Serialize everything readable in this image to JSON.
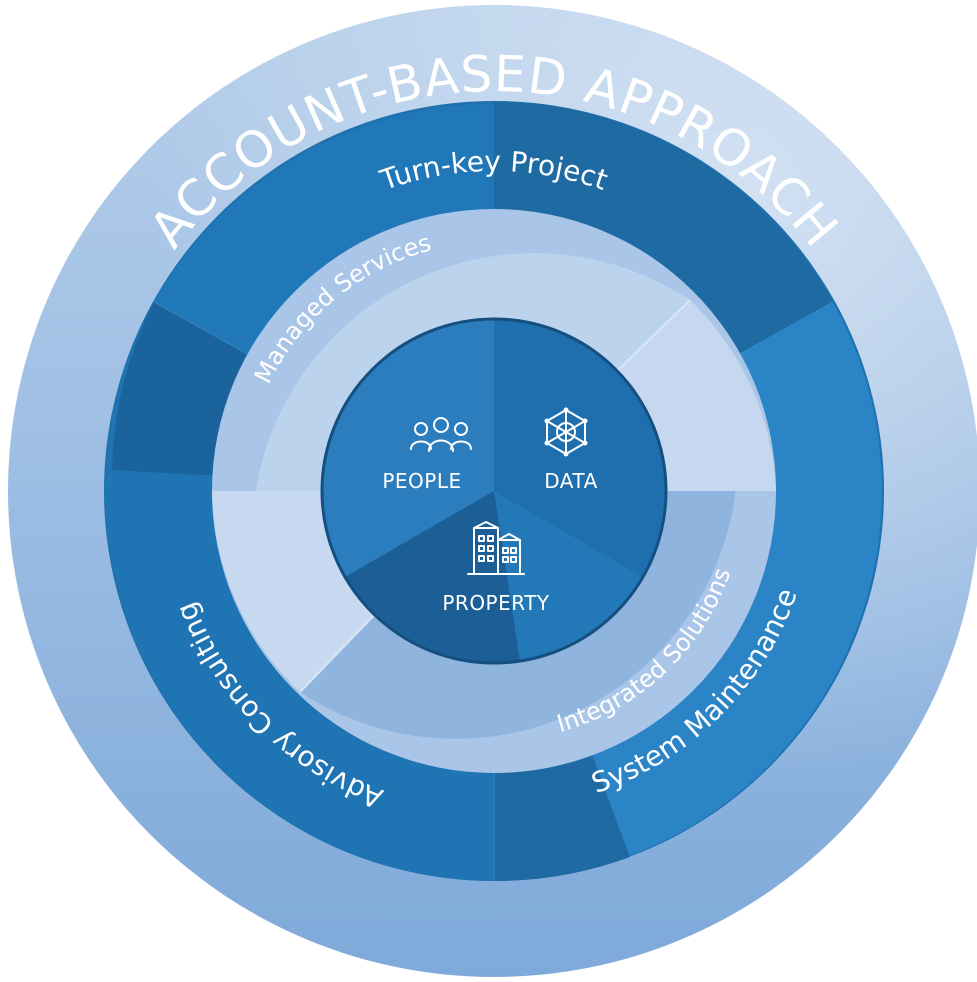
{
  "outer_ring": {
    "title": "ACCOUNT-BASED APPROACH"
  },
  "ring2": {
    "top": "Turn-key Project",
    "left": "Advisory Consulting",
    "right": "System Maintenance"
  },
  "ring3": {
    "upper": "Managed Services",
    "lower": "Integrated Solutions"
  },
  "core": {
    "people": "PEOPLE",
    "data": "DATA",
    "property": "PROPERTY"
  },
  "icons": {
    "people": "people-group-icon",
    "data": "network-globe-icon",
    "property": "buildings-icon"
  },
  "colors": {
    "outer_ring": "#9ec0e4",
    "ring2_dark": "#1d6aa6",
    "ring2_mid": "#2a7fc1",
    "ring3_light": "#c9daf0",
    "ring3_mid": "#8fb5df",
    "core_dark": "#1a5f97",
    "core_mid": "#2878b8",
    "text": "#ffffff"
  }
}
